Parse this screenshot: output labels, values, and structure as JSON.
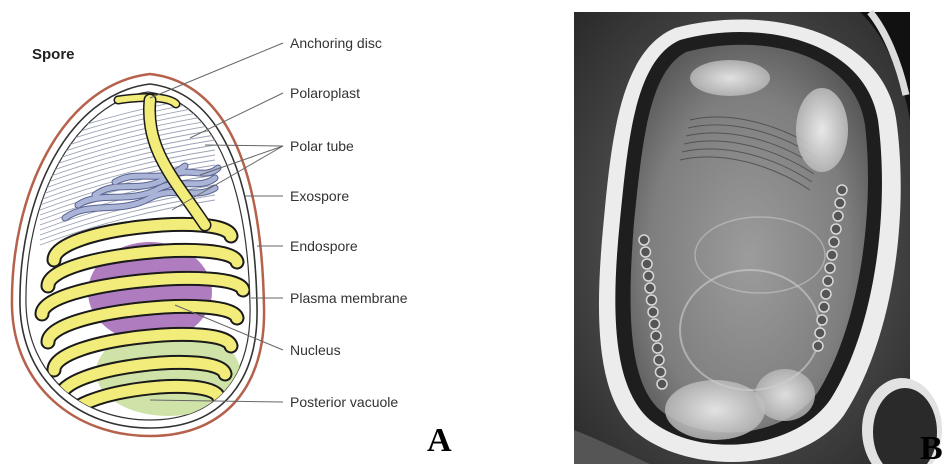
{
  "panel_a": {
    "title": "Spore",
    "letter": "A",
    "callouts": [
      "Anchoring disc",
      "Polaroplast",
      "Polar tube",
      "Exospore",
      "Endospore",
      "Plasma membrane",
      "Nucleus",
      "Posterior vacuole"
    ]
  },
  "panel_b": {
    "letter": "B"
  },
  "colors": {
    "exospore": "#b5614c",
    "polar_tube_fill": "#f2ec7a",
    "polar_tube_stroke": "#1a1a1a",
    "nucleus": "#b07cc0",
    "vacuole": "#cfe3a8",
    "polaroplast_coil": "#aab4d6",
    "leader": "#666666"
  }
}
